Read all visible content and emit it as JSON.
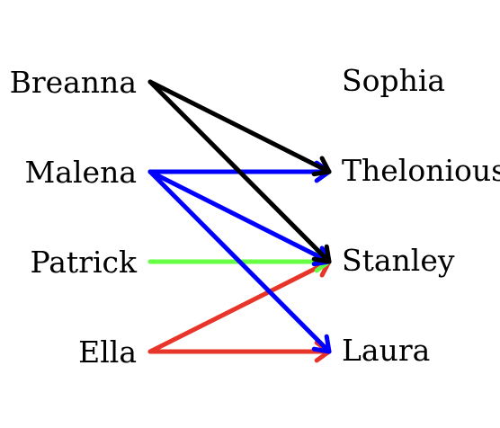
{
  "colors": {
    "black": "#000000",
    "blue": "#0000ff",
    "green": "#66ff44",
    "red": "#e8352a"
  },
  "left_nodes": [
    "Breanna",
    "Malena",
    "Patrick",
    "Ella"
  ],
  "right_nodes": [
    "Sophia",
    "Thelonious",
    "Stanley",
    "Laura"
  ],
  "edges": [
    {
      "from": "Breanna",
      "to": "Thelonious",
      "color": "black"
    },
    {
      "from": "Breanna",
      "to": "Stanley",
      "color": "black"
    },
    {
      "from": "Malena",
      "to": "Thelonious",
      "color": "blue"
    },
    {
      "from": "Malena",
      "to": "Stanley",
      "color": "blue"
    },
    {
      "from": "Malena",
      "to": "Laura",
      "color": "blue"
    },
    {
      "from": "Patrick",
      "to": "Stanley",
      "color": "green"
    },
    {
      "from": "Ella",
      "to": "Stanley",
      "color": "red"
    },
    {
      "from": "Ella",
      "to": "Laura",
      "color": "red"
    }
  ]
}
